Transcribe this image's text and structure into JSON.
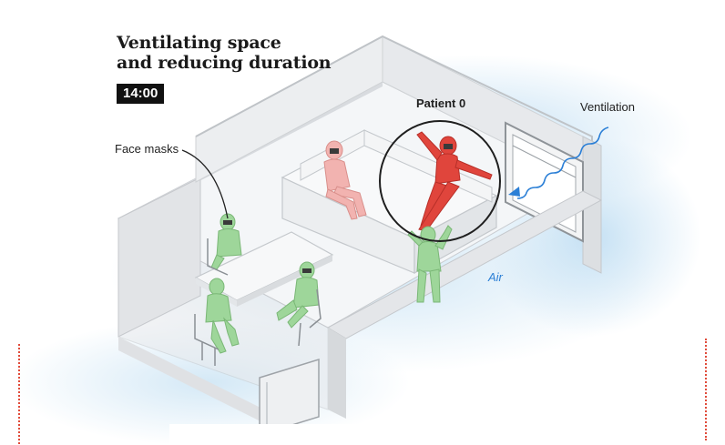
{
  "title": {
    "line1": "Ventilating space",
    "line2": "and reducing duration"
  },
  "timer": "14:00",
  "labels": {
    "patient": "Patient 0",
    "face_masks": "Face masks",
    "ventilation": "Ventilation",
    "air": "Air"
  },
  "colors": {
    "infected": "#e0453c",
    "exposed_pink": "#f2b3b0",
    "healthy_green": "#9ed69a",
    "air_blue": "#cfe6f5",
    "ventilation_arrow": "#2b7fd6"
  }
}
